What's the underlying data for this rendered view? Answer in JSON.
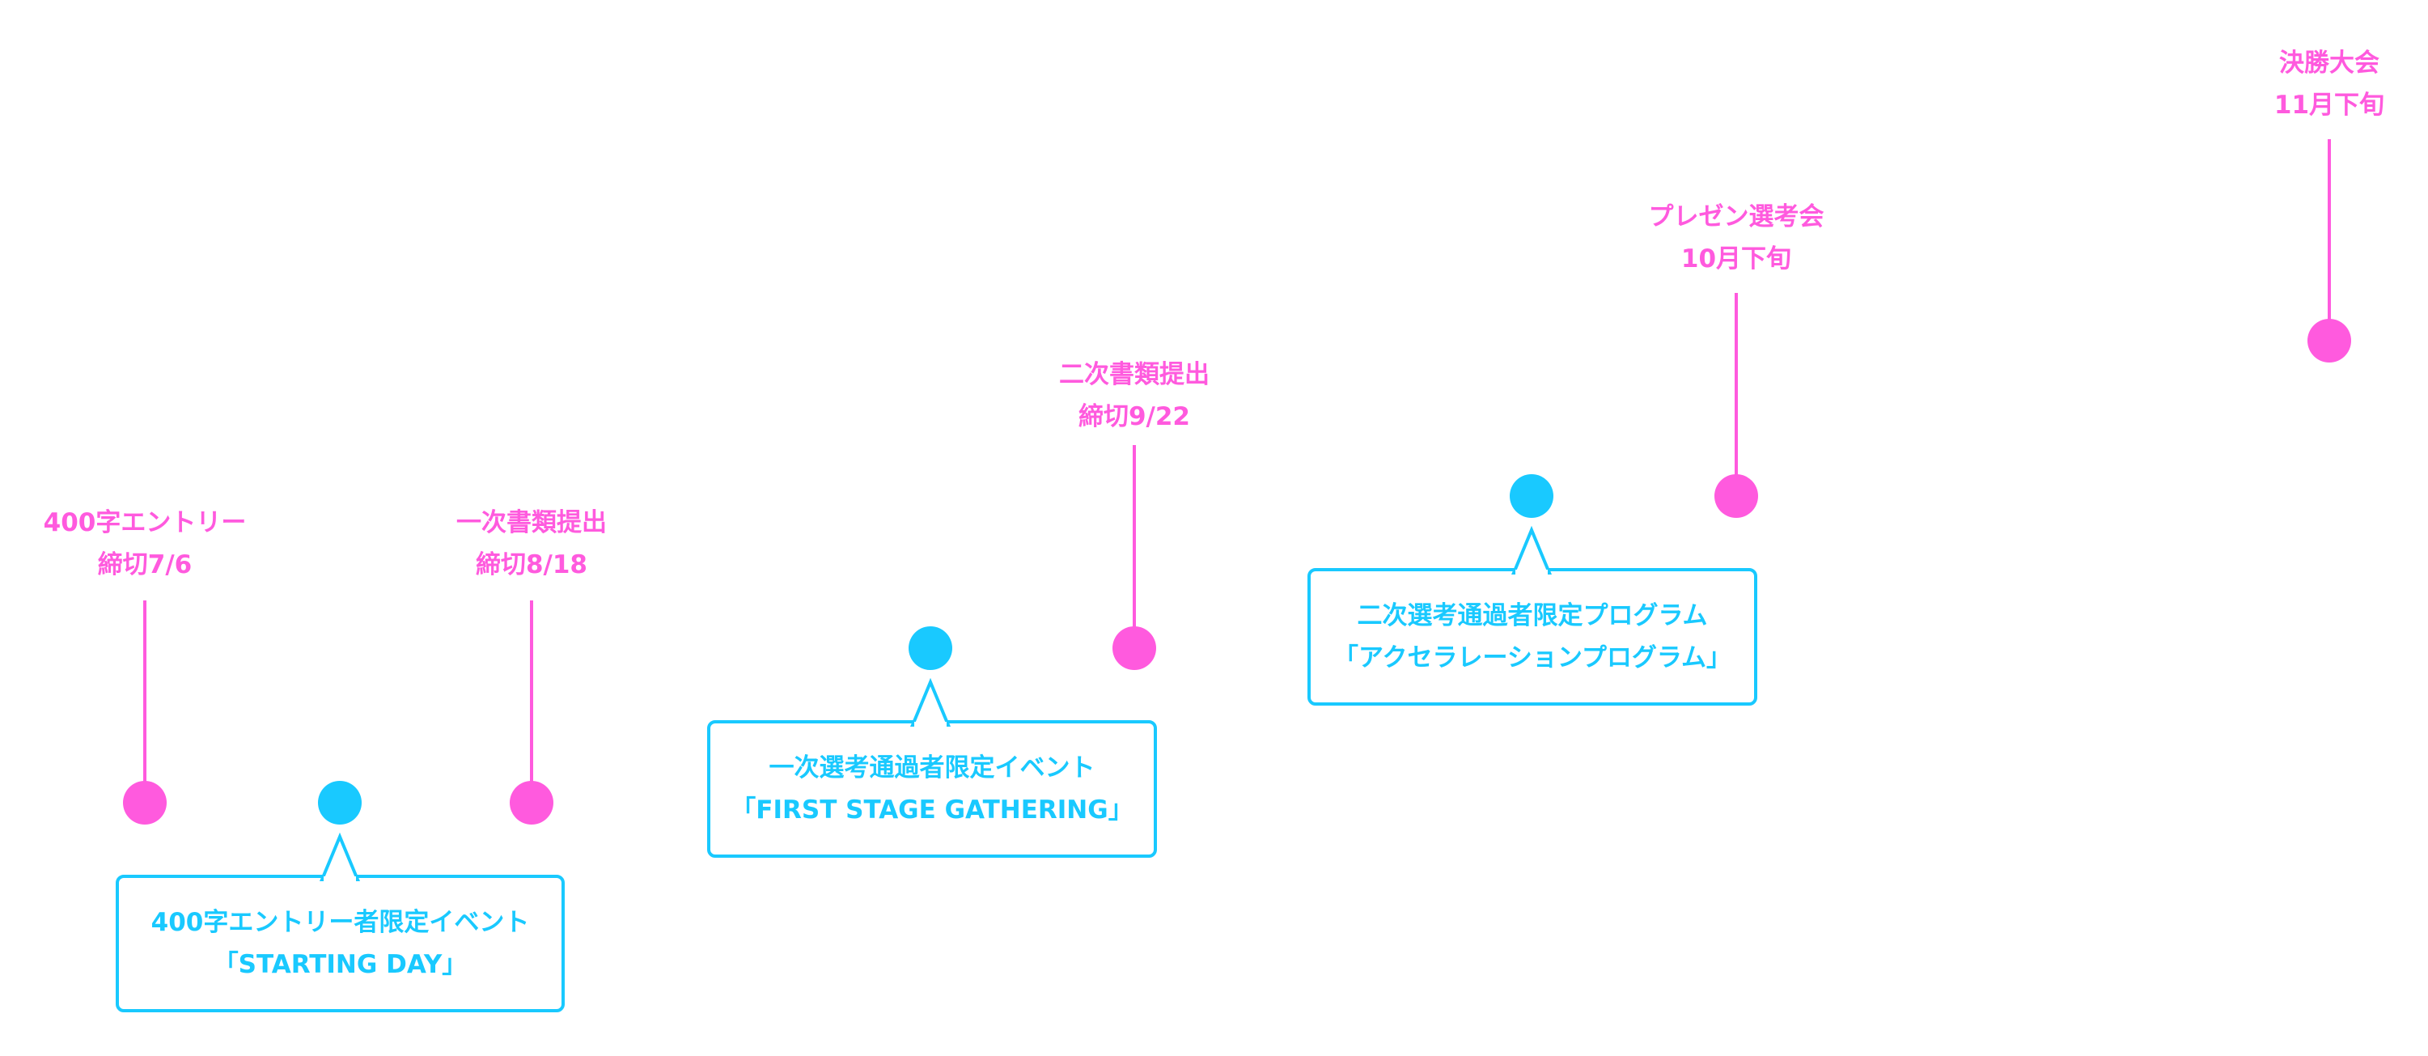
{
  "colors": {
    "milestone": "#ff5ade",
    "event": "#19c9ff",
    "background": "#ffffff"
  },
  "milestones": [
    {
      "line1": "400字エントリー",
      "line2": "締切7/6"
    },
    {
      "line1": "一次書類提出",
      "line2": "締切8/18"
    },
    {
      "line1": "二次書類提出",
      "line2": "締切9/22"
    },
    {
      "line1": "プレゼン選考会",
      "line2": "10月下旬"
    },
    {
      "line1": "決勝大会",
      "line2": "11月下旬"
    }
  ],
  "events": [
    {
      "line1": "400字エントリー者限定イベント",
      "line2": "「STARTING DAY」"
    },
    {
      "line1": "一次選考通過者限定イベント",
      "line2": "「FIRST STAGE GATHERING」"
    },
    {
      "line1": "二次選考通過者限定プログラム",
      "line2": "「アクセラレーションプログラム」"
    }
  ]
}
